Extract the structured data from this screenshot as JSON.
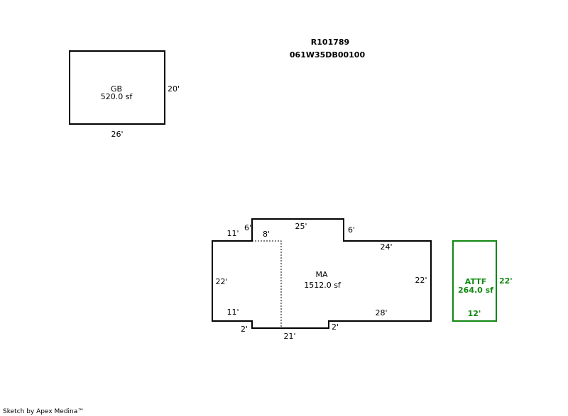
{
  "header": {
    "parcel_id": "R101789",
    "map_number": "061W35DB00100"
  },
  "colors": {
    "outline": "#000000",
    "attf": "#118811"
  },
  "areas": {
    "gb": {
      "code": "GB",
      "area": "520.0 sf"
    },
    "ma": {
      "code": "MA",
      "area": "1512.0 sf"
    },
    "attf": {
      "code": "ATTF",
      "area": "264.0 sf"
    }
  },
  "dimensions": {
    "gb_height": "20'",
    "gb_width": "26'",
    "ma_left_top": "11'",
    "ma_step_left": "6'",
    "ma_inner": "8'",
    "ma_top": "25'",
    "ma_step_right": "6'",
    "ma_right_top": "24'",
    "ma_left": "22'",
    "ma_right": "22'",
    "ma_left_bottom": "11'",
    "ma_right_bottom": "28'",
    "ma_notch_left": "2'",
    "ma_bottom": "21'",
    "ma_notch_right": "2'",
    "attf_height": "22'",
    "attf_width": "12'"
  },
  "footer": {
    "credit": "Sketch by Apex Medina™"
  }
}
